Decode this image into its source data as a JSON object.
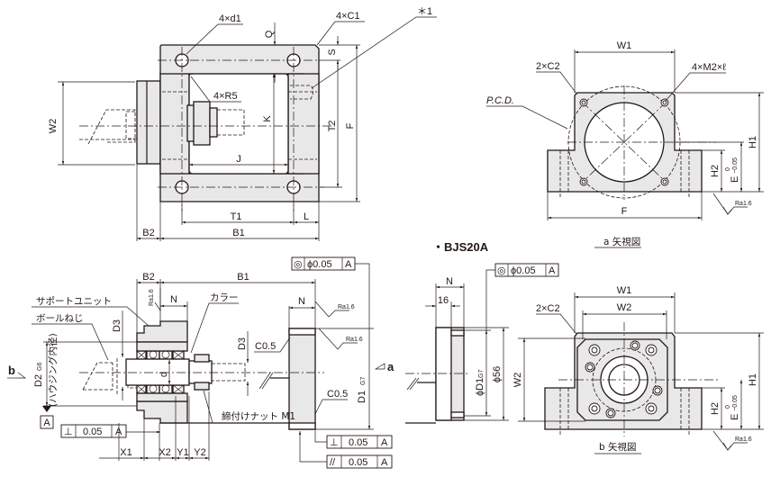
{
  "drawing": {
    "colors": {
      "line": "#231815",
      "part_fill": "#e8e8e8",
      "background": "#ffffff"
    },
    "top_view": {
      "labels": {
        "holes": "4×d1",
        "chamfer": "4×C1",
        "note": "＊1",
        "radius": "4×R5",
        "Q": "Q",
        "S": "S",
        "K": "K",
        "J": "J",
        "T2": "T2",
        "F": "F",
        "W2": "W2",
        "T1": "T1",
        "L": "L",
        "B2": "B2",
        "B1": "B1"
      }
    },
    "view_a": {
      "caption": "a 矢視図",
      "labels": {
        "W1": "W1",
        "chamfer": "2×C2",
        "tap": "4×M2×ℓ",
        "pcd": "P.C.D.",
        "H1": "H1",
        "H2": "H2",
        "E": "E",
        "E_tol_upper": "0",
        "E_tol_lower": "−0.05",
        "F": "F",
        "roughness": "Ra1.6"
      }
    },
    "section_view": {
      "labels": {
        "support_unit": "サポートユニット",
        "ball_screw": "ボールねじ",
        "collar": "カラー",
        "lock_nut": "締付けナット M1",
        "B2": "B2",
        "B1": "B1",
        "N": "N",
        "N2": "N",
        "D3": "D3",
        "D3b": "D3",
        "d": "d",
        "D2": "D2",
        "D2_tol": "G6",
        "housing_bore": "(ハウジング内径)",
        "D1": "D1",
        "D1_tol": "G7",
        "C05a": "C0.5",
        "C05b": "C0.5",
        "X1": "X1",
        "X2": "X2",
        "Y1": "Y1",
        "Y2": "Y2",
        "datum": "A",
        "view_b": "b",
        "view_a": "a",
        "roughness1": "Ra1.6",
        "roughness2": "Ra1.6",
        "roughness3": "Ra1.6"
      },
      "tolerances": [
        {
          "symbol": "concentricity",
          "glyph": "◎",
          "value": "ϕ0.05",
          "datum": "A"
        },
        {
          "symbol": "perpendicularity",
          "glyph": "⊥",
          "value": "0.05",
          "datum": "A"
        },
        {
          "symbol": "perpendicularity",
          "glyph": "⊥",
          "value": "0.05",
          "datum": "A"
        },
        {
          "symbol": "parallelism",
          "glyph": "//",
          "value": "0.05",
          "datum": "A"
        }
      ]
    },
    "bjs20a_view": {
      "title": "・BJS20A",
      "labels": {
        "N": "N",
        "dim16": "16",
        "D1": "ϕD1",
        "D1_tol": "G7",
        "dia56": "ϕ56"
      },
      "tolerance": {
        "glyph": "◎",
        "value": "ϕ0.05",
        "datum": "A"
      }
    },
    "view_b": {
      "caption": "b 矢視図",
      "labels": {
        "W1": "W1",
        "W2": "W2",
        "W2_side": "W2",
        "chamfer": "2×C2",
        "H1": "H1",
        "H2": "H2",
        "E": "E",
        "E_tol_upper": "0",
        "E_tol_lower": "−0.05",
        "roughness": "Ra1.6"
      }
    }
  }
}
